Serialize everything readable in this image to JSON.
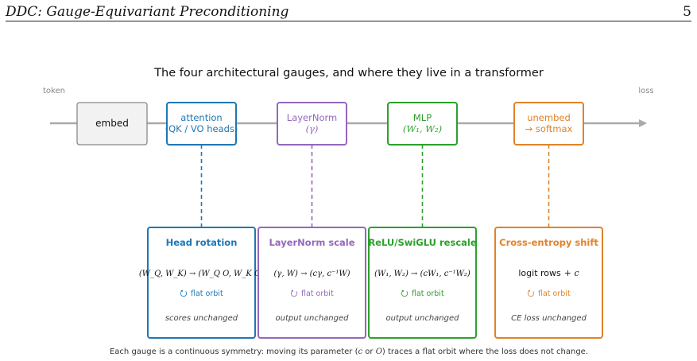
{
  "header": {
    "running_title": "DDC: Gauge-Equivariant Preconditioning",
    "page_number": "5"
  },
  "figure": {
    "title": "The four architectural gauges, and where they live in a transformer",
    "token_label": "token",
    "loss_label": "loss",
    "caption_pre": "Each gauge is a continuous symmetry: moving its parameter (",
    "caption_c": "c",
    "caption_or": " or ",
    "caption_O": "O",
    "caption_post": ") traces a flat orbit where the loss does not change."
  },
  "colors": {
    "attention": "#1f77b4",
    "layernorm": "#9467bd",
    "mlp": "#2ca02c",
    "unembed": "#e0832a",
    "embed_fill": "#f2f2f2",
    "embed_stroke": "#888888",
    "pipeline": "#aaaaaa"
  },
  "pipeline": {
    "embed": {
      "label": "embed"
    },
    "attention": {
      "line1": "attention",
      "line2": "(QK / VO heads)"
    },
    "layernorm": {
      "line1": "LayerNorm",
      "line2": "(γ)"
    },
    "mlp": {
      "line1": "MLP",
      "line2": "(W₁, W₂)"
    },
    "unembed": {
      "line1": "unembed",
      "line2": "→ softmax"
    }
  },
  "gauges": [
    {
      "title": "Head rotation",
      "transform": "(W_Q, W_K) → (W_Q O, W_K O)",
      "orbit_icon": "circular-arrow-icon",
      "orbit": "flat orbit",
      "invariant": "scores unchanged"
    },
    {
      "title": "LayerNorm scale",
      "transform": "(γ, W) → (cγ, c⁻¹W)",
      "orbit_icon": "circular-arrow-icon",
      "orbit": "flat orbit",
      "invariant": "output unchanged"
    },
    {
      "title": "ReLU/SwiGLU rescale",
      "transform": "(W₁, W₂) → (cW₁, c⁻¹W₂)",
      "orbit_icon": "circular-arrow-icon",
      "orbit": "flat orbit",
      "invariant": "output unchanged"
    },
    {
      "title": "Cross-entropy shift",
      "transform_text": "logit rows",
      "transform_math": "+ c",
      "orbit_icon": "circular-arrow-icon",
      "orbit": "flat orbit",
      "invariant": "CE loss unchanged"
    }
  ]
}
